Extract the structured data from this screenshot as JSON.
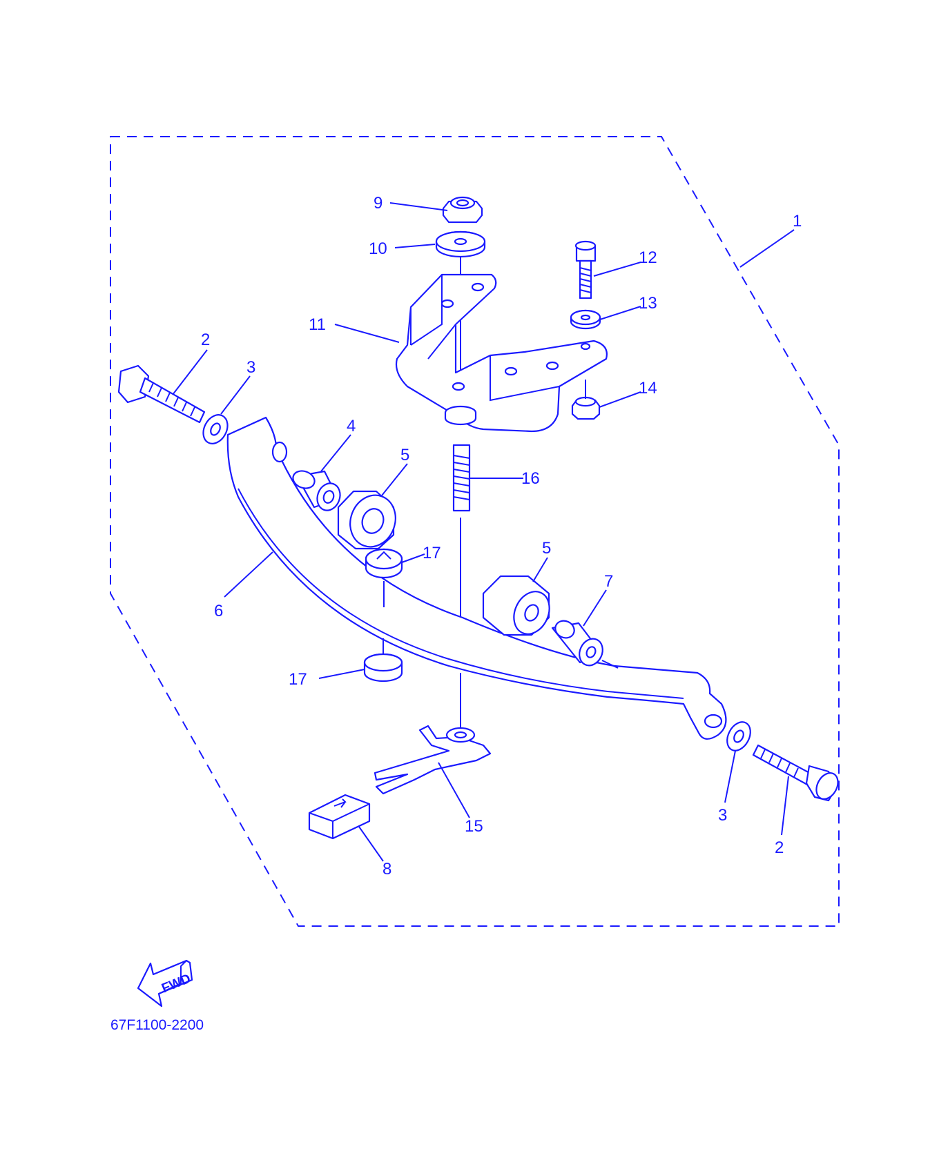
{
  "callouts": [
    {
      "id": "1",
      "label": "1"
    },
    {
      "id": "2a",
      "label": "2"
    },
    {
      "id": "2b",
      "label": "2"
    },
    {
      "id": "3a",
      "label": "3"
    },
    {
      "id": "3b",
      "label": "3"
    },
    {
      "id": "4",
      "label": "4"
    },
    {
      "id": "5a",
      "label": "5"
    },
    {
      "id": "5b",
      "label": "5"
    },
    {
      "id": "6",
      "label": "6"
    },
    {
      "id": "7",
      "label": "7"
    },
    {
      "id": "8",
      "label": "8"
    },
    {
      "id": "9",
      "label": "9"
    },
    {
      "id": "10",
      "label": "10"
    },
    {
      "id": "11",
      "label": "11"
    },
    {
      "id": "12",
      "label": "12"
    },
    {
      "id": "13",
      "label": "13"
    },
    {
      "id": "14",
      "label": "14"
    },
    {
      "id": "15",
      "label": "15"
    },
    {
      "id": "16",
      "label": "16"
    },
    {
      "id": "17a",
      "label": "17"
    },
    {
      "id": "17b",
      "label": "17"
    }
  ],
  "fwd_label": "FWD",
  "diagram_code": "67F1100-2200",
  "colors": {
    "ink": "#1a1aff",
    "background": "#ffffff"
  }
}
